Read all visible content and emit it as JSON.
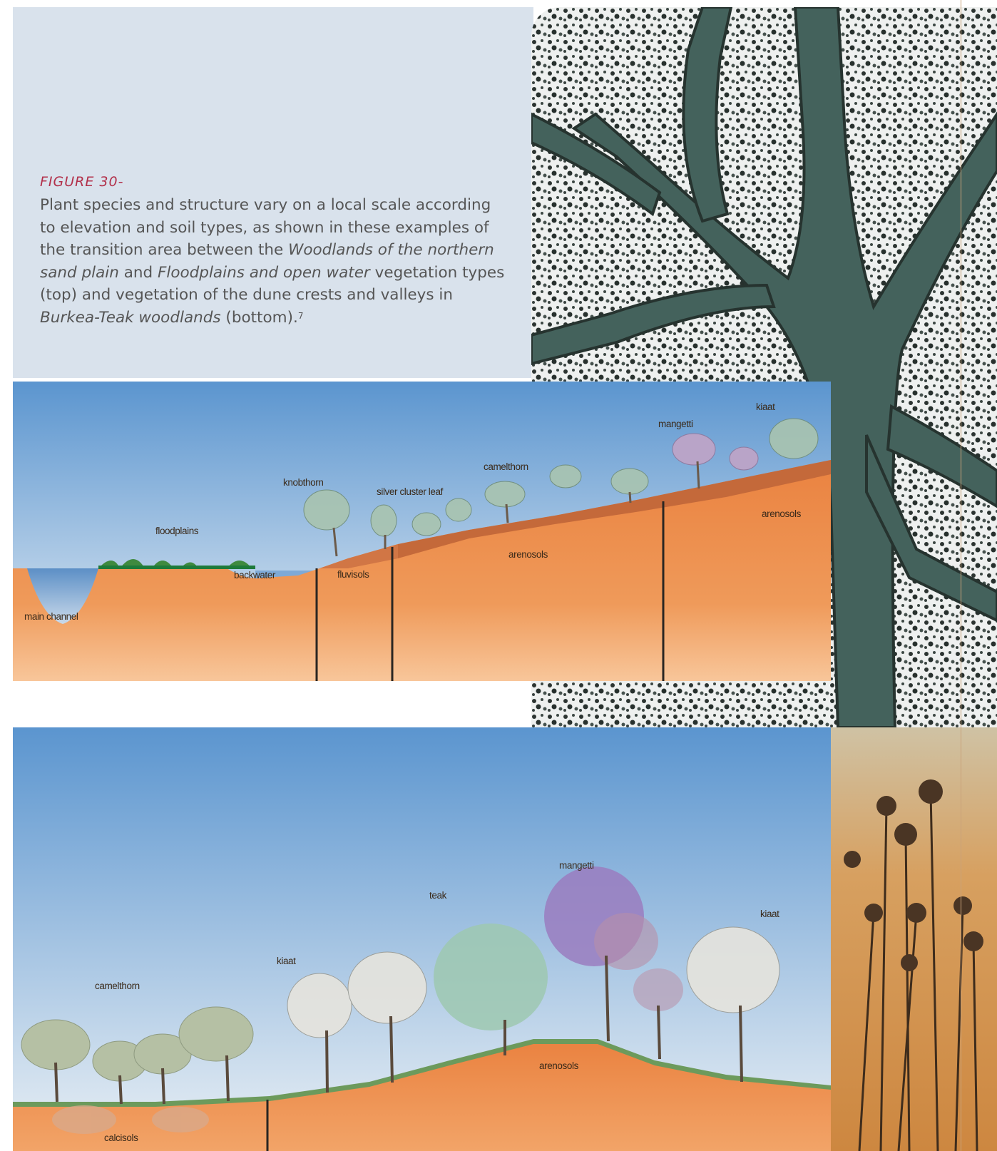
{
  "caption": {
    "figure_label": "FIGURE 30-",
    "segments": [
      {
        "t": "Plant species and structure vary on a local scale according to elevation and soil types, as shown in these examples of the transition area between the ",
        "i": false
      },
      {
        "t": "Woodlands of the northern sand plain",
        "i": true
      },
      {
        "t": " and ",
        "i": false
      },
      {
        "t": "Floodplains and open water",
        "i": true
      },
      {
        "t": " vegetation types (top) and vegetation of the dune crests and valleys in ",
        "i": false
      },
      {
        "t": "Burkea-Teak woodlands",
        "i": true
      },
      {
        "t": " (bottom).",
        "i": false
      }
    ],
    "footnote": "7"
  },
  "top_diagram": {
    "labels": {
      "floodplains": "floodplains",
      "backwater": "backwater",
      "main_channel": "main channel",
      "knobthorn": "knobthorn",
      "silver_cluster_leaf": "silver cluster leaf",
      "fluvisols": "fluvisols",
      "camelthorn": "camelthorn",
      "arenosols_lower": "arenosols",
      "mangetti": "mangetti",
      "kiaat": "kiaat",
      "arenosols_upper": "arenosols"
    }
  },
  "bottom_diagram": {
    "labels": {
      "camelthorn": "camelthorn",
      "calcisols": "calcisols",
      "kiaat_left": "kiaat",
      "teak": "teak",
      "mangetti": "mangetti",
      "kiaat_right": "kiaat",
      "arenosols": "arenosols"
    }
  },
  "colors": {
    "panel_bg": "#d9e2ec",
    "figure_label": "#b2304a",
    "caption_text": "#555555",
    "sky_top": "#5b95cf",
    "sky_bottom": "#e6eef5",
    "soil": "#ea8240",
    "soil_light": "#f8c69a"
  }
}
